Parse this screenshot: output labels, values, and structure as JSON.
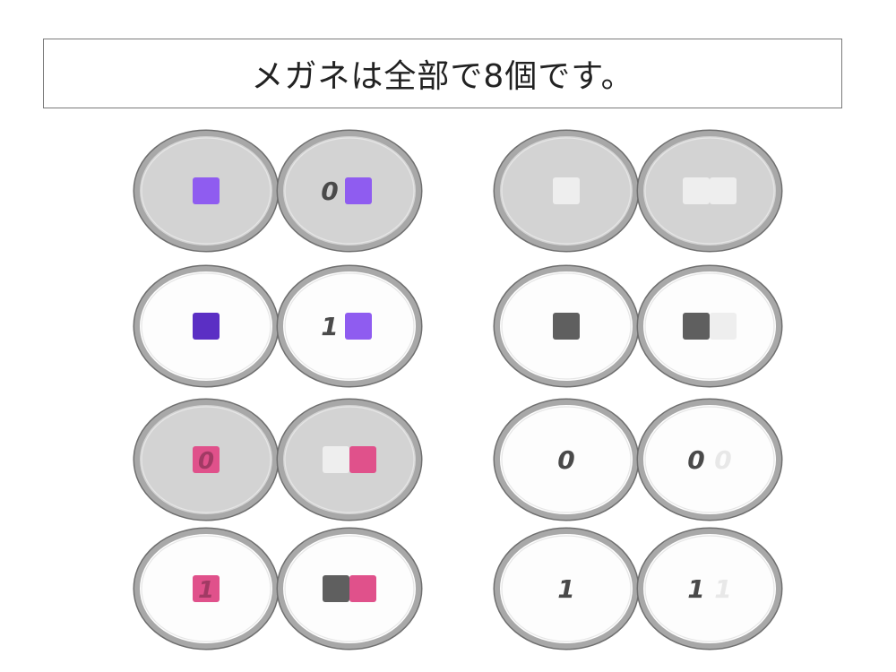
{
  "title": "メガネは全部で8個です。",
  "colors": {
    "frame": "#a8a8a8",
    "frame_dark": "#6f6f6f",
    "bridge": "#8c8c8c",
    "lens_gray": "#d3d3d3",
    "lens_white": "#fdfdfd",
    "purple_light": "#8f5cf0",
    "purple_dark": "#5b2fc4",
    "pink": "#e0518b",
    "dark_gray": "#5f5f5f",
    "light_gray": "#eeeeee",
    "digit_dark": "#4a4a4a",
    "digit_light": "#e8e8e8"
  },
  "glasses": [
    {
      "lens": "gray",
      "left": [
        {
          "kind": "sq",
          "color": "purple_light"
        }
      ],
      "right": [
        {
          "kind": "digit",
          "text": "0",
          "color": "digit_dark"
        },
        {
          "kind": "sq",
          "color": "purple_light"
        }
      ]
    },
    {
      "lens": "white",
      "left": [
        {
          "kind": "sq",
          "color": "purple_dark"
        }
      ],
      "right": [
        {
          "kind": "digit",
          "text": "1",
          "color": "digit_dark"
        },
        {
          "kind": "sq",
          "color": "purple_light"
        }
      ]
    },
    {
      "lens": "gray",
      "left": [
        {
          "kind": "sqd",
          "color": "pink",
          "text": "0"
        }
      ],
      "right": [
        {
          "kind": "sq",
          "color": "light_gray"
        },
        {
          "kind": "sq",
          "color": "pink"
        }
      ]
    },
    {
      "lens": "white",
      "left": [
        {
          "kind": "sqd",
          "color": "pink",
          "text": "1"
        }
      ],
      "right": [
        {
          "kind": "sq",
          "color": "dark_gray"
        },
        {
          "kind": "sq",
          "color": "pink"
        }
      ]
    },
    {
      "lens": "gray",
      "left": [
        {
          "kind": "sq",
          "color": "light_gray"
        }
      ],
      "right": [
        {
          "kind": "sq",
          "color": "light_gray"
        },
        {
          "kind": "sq",
          "color": "light_gray"
        }
      ]
    },
    {
      "lens": "white",
      "left": [
        {
          "kind": "sq",
          "color": "dark_gray"
        }
      ],
      "right": [
        {
          "kind": "sq",
          "color": "dark_gray"
        },
        {
          "kind": "sq",
          "color": "light_gray"
        }
      ]
    },
    {
      "lens": "white",
      "left": [
        {
          "kind": "digit",
          "text": "0",
          "color": "digit_dark"
        }
      ],
      "right": [
        {
          "kind": "digit",
          "text": "0",
          "color": "digit_dark"
        },
        {
          "kind": "digit",
          "text": "0",
          "color": "digit_light"
        }
      ]
    },
    {
      "lens": "white",
      "left": [
        {
          "kind": "digit",
          "text": "1",
          "color": "digit_dark"
        }
      ],
      "right": [
        {
          "kind": "digit",
          "text": "1",
          "color": "digit_dark"
        },
        {
          "kind": "digit",
          "text": "1",
          "color": "digit_light"
        }
      ]
    }
  ]
}
